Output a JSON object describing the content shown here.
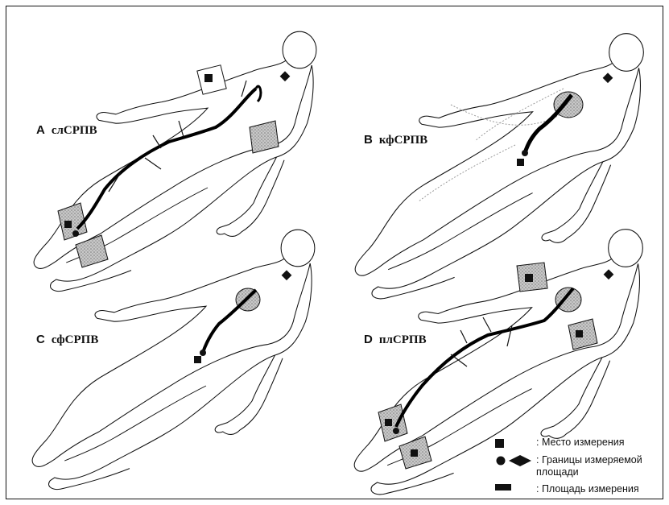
{
  "panels": {
    "a": {
      "letter": "A",
      "label": "слСРПВ"
    },
    "b": {
      "letter": "B",
      "label": "кфСРПВ"
    },
    "c": {
      "letter": "C",
      "label": "сфСРПВ"
    },
    "d": {
      "letter": "D",
      "label": "плСРПВ"
    }
  },
  "legend": {
    "site": ": Место измерения",
    "bounds": ": Границы измеряемой площади",
    "area": ": Площадь измерения"
  },
  "colors": {
    "line": "#111111",
    "shade": "#9a9a9a",
    "vessel": "#000000",
    "dotted": "#9c9c9c"
  }
}
